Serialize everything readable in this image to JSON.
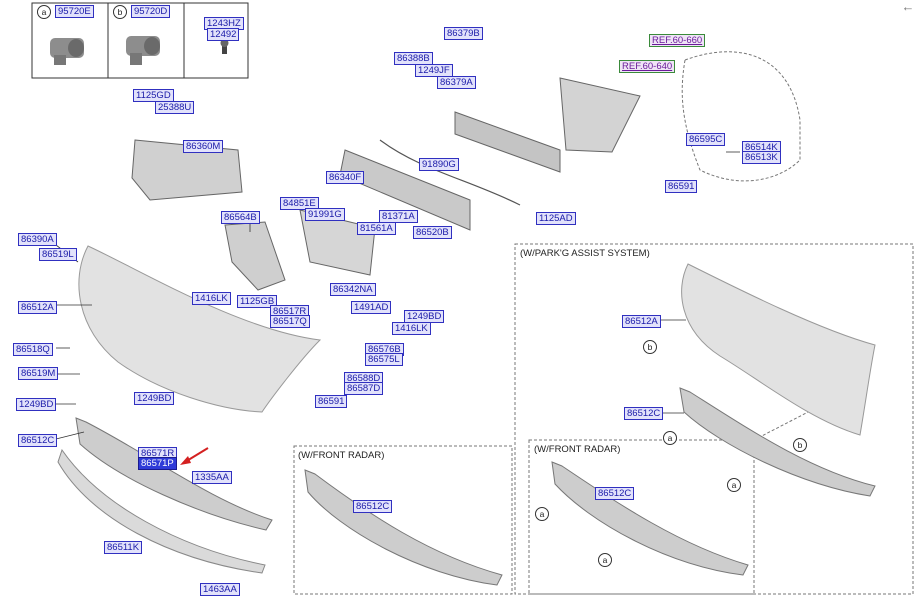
{
  "legend": {
    "a": {
      "mark": "a",
      "part": "95720E"
    },
    "b": {
      "mark": "b",
      "part": "95720D"
    },
    "bolt_parts": [
      "1243HZ",
      "12492"
    ]
  },
  "captions": {
    "parking": "(W/PARK'G ASSIST SYSTEM)",
    "radar_main": "(W/FRONT RADAR)",
    "radar_parking": "(W/FRONT RADAR)"
  },
  "refs": [
    "REF.60-660",
    "REF.60-640"
  ],
  "parts": [
    "86379B",
    "86388B",
    "1249JF",
    "86379A",
    "1125GD",
    "25388U",
    "86360M",
    "REF.60-660",
    "REF.60-640",
    "86595C",
    "86514K",
    "86513K",
    "86591",
    "1125AD",
    "91890G",
    "86340F",
    "84851E",
    "91991G",
    "81371A",
    "81561A",
    "86520B",
    "86564B",
    "86390A",
    "86519L",
    "86512A",
    "1416LK",
    "1125GB",
    "86517R",
    "86517Q",
    "86342NA",
    "1491AD",
    "1249BD",
    "1416LK",
    "86518Q",
    "86576B",
    "86575L",
    "86519M",
    "86588D",
    "86587D",
    "1249BD",
    "86591",
    "1249BD",
    "86512C",
    "86571R",
    "86571P",
    "1335AA",
    "86511K",
    "1463AA",
    "86512A",
    "86512C",
    "86512C",
    "86512C"
  ],
  "markers": [
    "b",
    "a",
    "b",
    "a",
    "a",
    "a"
  ],
  "colors": {
    "label_fill": "#e2e2fb",
    "label_border": "#3030c0",
    "label_text": "#1a1aa8",
    "highlight": "#2f3bd8",
    "arrow": "#d42020",
    "ref_text": "#6a1b9a"
  }
}
